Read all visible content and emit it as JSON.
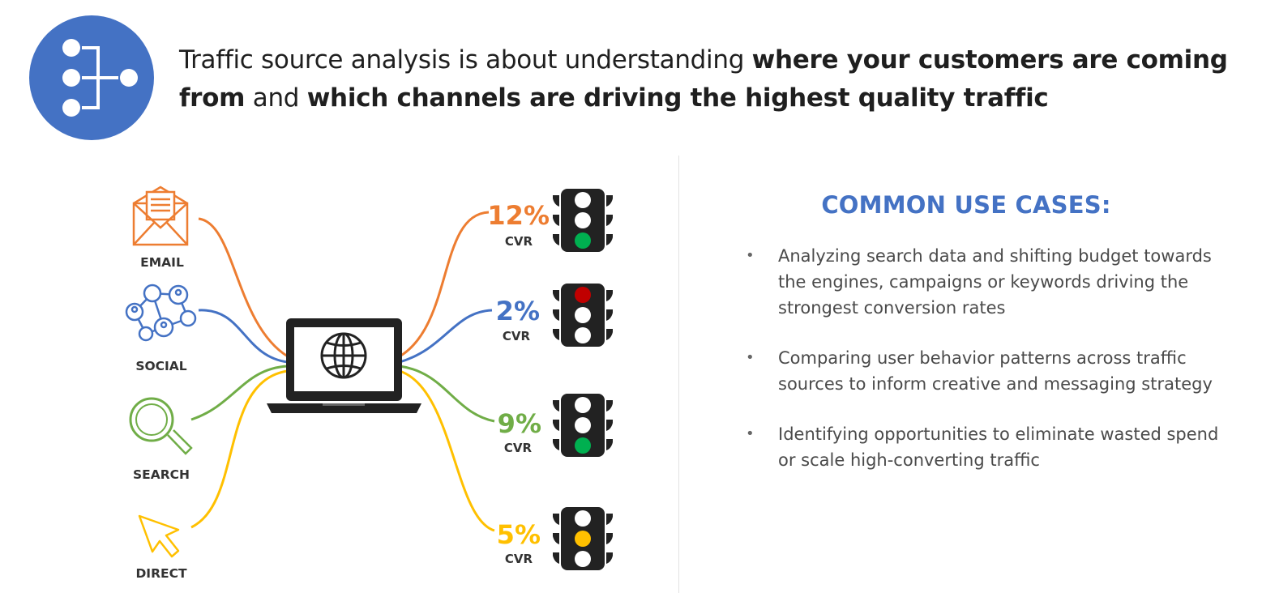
{
  "header": {
    "text_part1": "Traffic source analysis is about understanding ",
    "bold_part1": "where your customers are coming from",
    "text_part2": " and ",
    "bold_part2": "which channels are driving the highest quality traffic",
    "logo_icon": "flow-diagram-icon",
    "logo_color": "#4472c4"
  },
  "sources": [
    {
      "label": "EMAIL",
      "icon": "envelope-icon",
      "color": "#ed7d31"
    },
    {
      "label": "SOCIAL",
      "icon": "social-network-icon",
      "color": "#4472c4"
    },
    {
      "label": "SEARCH",
      "icon": "magnifier-icon",
      "color": "#70ad47"
    },
    {
      "label": "DIRECT",
      "icon": "cursor-arrow-icon",
      "color": "#ffc000"
    }
  ],
  "hub": {
    "icon": "laptop-globe-icon"
  },
  "outcomes": [
    {
      "percent": "12%",
      "metric": "CVR",
      "color": "#ed7d31",
      "light": "green"
    },
    {
      "percent": "2%",
      "metric": "CVR",
      "color": "#4472c4",
      "light": "red"
    },
    {
      "percent": "9%",
      "metric": "CVR",
      "color": "#70ad47",
      "light": "green"
    },
    {
      "percent": "5%",
      "metric": "CVR",
      "color": "#ffc000",
      "light": "yellow"
    }
  ],
  "use_cases": {
    "title": "COMMON USE CASES:",
    "bullet": "•",
    "items": [
      "Analyzing search data and shifting budget towards the engines, campaigns or keywords driving the strongest conversion rates",
      "Comparing user behavior patterns across traffic sources to inform creative and messaging strategy",
      "Identifying opportunities to eliminate wasted spend or scale high-converting traffic"
    ]
  }
}
